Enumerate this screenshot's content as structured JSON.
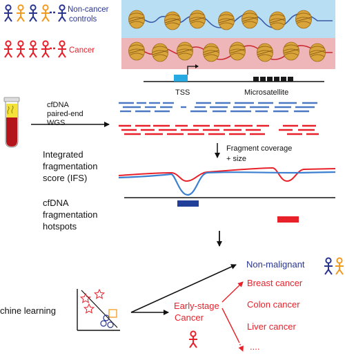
{
  "groups": {
    "controls_label_line1": "Non-cancer",
    "controls_label_line2": "controls",
    "cancer_label": "Cancer"
  },
  "genome": {
    "tss_label": "TSS",
    "microsatellite_label": "Microsatellite"
  },
  "sequencing": {
    "line1": "cfDNA",
    "line2": "paired-end",
    "line3": "WGS"
  },
  "coverage": {
    "line1": "Fragment coverage",
    "line2": "+ size"
  },
  "ifs": {
    "line1": "Integrated",
    "line2": "fragmentation",
    "line3": "score (IFS)"
  },
  "hotspots": {
    "line1": "cfDNA",
    "line2": "fragmentation",
    "line3": "hotspots"
  },
  "ml": {
    "label": "chine learning",
    "non_malignant": "Non-malignant",
    "early_stage_line1": "Early-stage",
    "early_stage_line2": "Cancer",
    "outcomes": [
      "Breast cancer",
      "Colon cancer",
      "Liver cancer",
      "...."
    ]
  },
  "colors": {
    "control_blue": "#2a3590",
    "control_orange": "#f39a21",
    "cancer_red": "#e8202a",
    "control_band": "#b7def2",
    "cancer_band": "#eeb6b9",
    "nucleosome": "#d9a43a",
    "read_blue": "#4a78c2",
    "tss_box": "#27aae1"
  }
}
